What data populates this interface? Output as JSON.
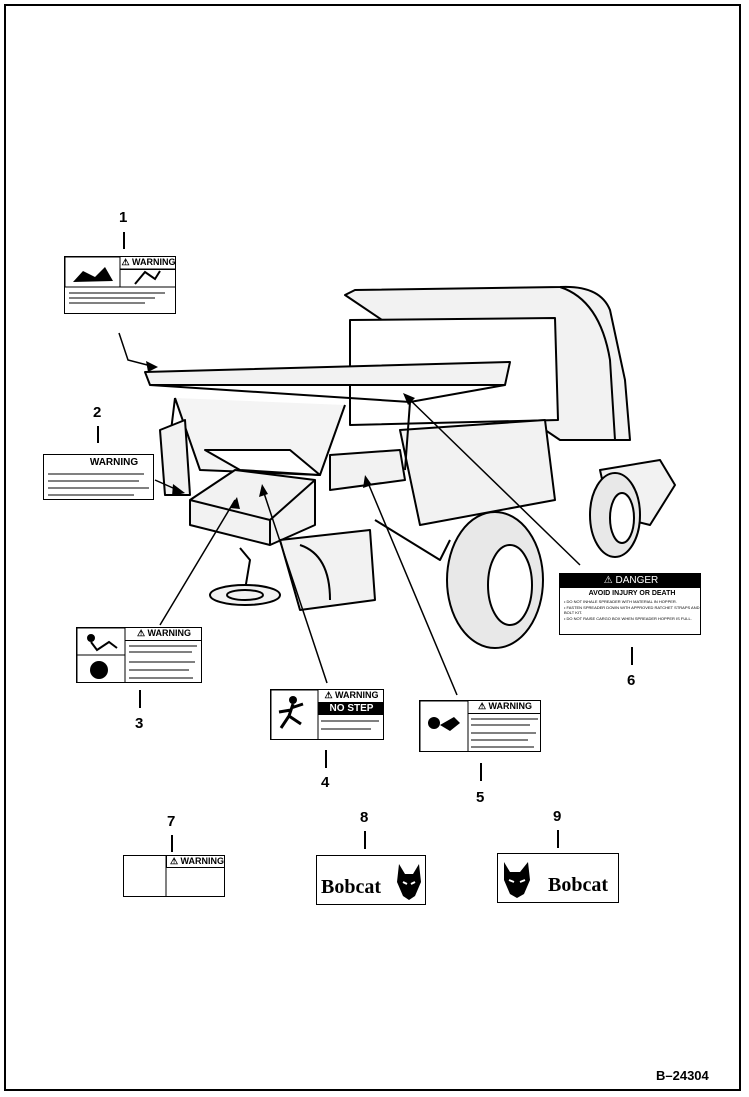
{
  "callouts": [
    "1",
    "2",
    "3",
    "4",
    "5",
    "6",
    "7",
    "8",
    "9"
  ],
  "decals": {
    "d1": {
      "header": "⚠ WARNING"
    },
    "d2": {
      "header": "WARNING"
    },
    "d3": {
      "header": "⚠ WARNING"
    },
    "d4": {
      "header": "⚠ WARNING",
      "subheader": "NO STEP"
    },
    "d5": {
      "header": "⚠ WARNING"
    },
    "d6": {
      "header": "⚠ DANGER",
      "subheader": "AVOID INJURY OR DEATH",
      "lines": [
        "• DO NOT INHALE SPREADER WITH MATERIAL IN HOPPER.",
        "• FASTEN SPREADER DOWN WITH APPROVED RATCHET STRAPS AND BOLT KIT.",
        "• DO NOT RAISE CARGO BOX WHEN SPREADER HOPPER IS FULL."
      ]
    },
    "d7": {
      "header": "⚠ WARNING"
    },
    "d8": {
      "brand": "Bobcat"
    },
    "d9": {
      "brand": "Bobcat"
    }
  },
  "figure_code": "B–24304"
}
